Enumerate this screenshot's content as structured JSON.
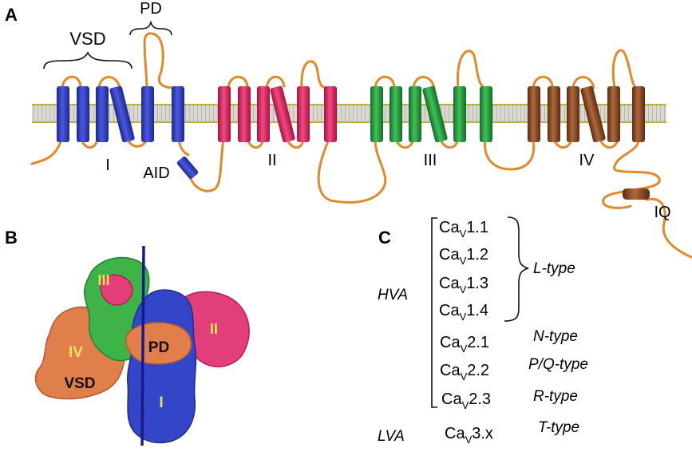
{
  "panels": {
    "a": "A",
    "b": "B",
    "c": "C"
  },
  "panel_a": {
    "vsd_label": "VSD",
    "pd_label": "PD",
    "domains": [
      "I",
      "II",
      "III",
      "IV"
    ],
    "aid_label": "AID",
    "iq_label": "IQ",
    "domain_colors": [
      "#2d3bbf",
      "#d8265f",
      "#1f9a3a",
      "#8a4a22"
    ]
  },
  "panel_b": {
    "labels": [
      "III",
      "II",
      "IV",
      "PD",
      "VSD",
      "I"
    ],
    "surface_colors": [
      "#3346c8",
      "#e23e7a",
      "#3db348",
      "#e07f4c"
    ]
  },
  "panel_c": {
    "hva": "HVA",
    "lva": "LVA",
    "channels": [
      {
        "base": "Ca",
        "sub": "V",
        "num": "1.1"
      },
      {
        "base": "Ca",
        "sub": "V",
        "num": "1.2"
      },
      {
        "base": "Ca",
        "sub": "V",
        "num": "1.3"
      },
      {
        "base": "Ca",
        "sub": "V",
        "num": "1.4"
      },
      {
        "base": "Ca",
        "sub": "V",
        "num": "2.1"
      },
      {
        "base": "Ca",
        "sub": "V",
        "num": "2.2"
      },
      {
        "base": "Ca",
        "sub": "V",
        "num": "2.3"
      },
      {
        "base": "Ca",
        "sub": "V",
        "num": "3.x"
      }
    ],
    "types": {
      "l": "L-type",
      "n": "N-type",
      "pq": "P/Q-type",
      "r": "R-type",
      "t": "T-type"
    }
  }
}
